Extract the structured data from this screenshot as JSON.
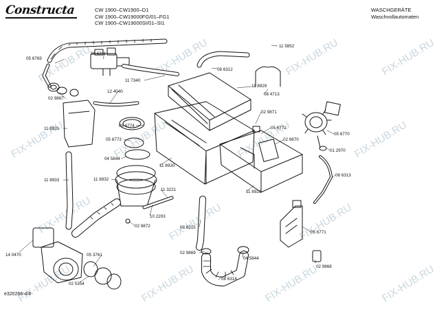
{
  "header": {
    "brand": "Constructa",
    "models": [
      "CW 1900–CW1900–D1",
      "CW 1900–CW19000FG/01–FG1",
      "CW 1900–CW19000SI/01–SI1"
    ],
    "category": [
      "WASCHGERÄTE",
      "Waschvollautomaten"
    ]
  },
  "watermark": "FIX-HUB.RU",
  "parts": {
    "p115852": "11 5852",
    "p056769": "05 6769",
    "p086311": "08 6311",
    "p117340": "11 7340",
    "p086312": "08 6312",
    "p029867": "02 9867",
    "p124040": "12 4040",
    "p118929": "11 8929",
    "p084713": "08 4713",
    "p118931": "11 8931",
    "p056774": "05 6774",
    "p029871": "02 9871",
    "p056772": "05 6772",
    "p056770": "05 6770",
    "p056773": "05 6773",
    "p029870": "02 9870",
    "p012970": "01 2970",
    "p045844a": "04 5844",
    "p118930": "11 8930",
    "p086313": "08 6313",
    "p118933": "11 8933",
    "p118932": "11 8932",
    "p118928": "11 8928",
    "p113221": "11 3221",
    "p102203": "10 2203",
    "p029872": "02 9872",
    "p086315": "08 6315",
    "p056771": "05 6771",
    "p140470": "14 0470",
    "p029869": "02 9869",
    "p053761": "05 3761",
    "p045844b": "04 5844",
    "p029868": "02 9868",
    "p086314": "08 6314",
    "p025354": "02 5354"
  },
  "footer": "e320266-4/4"
}
